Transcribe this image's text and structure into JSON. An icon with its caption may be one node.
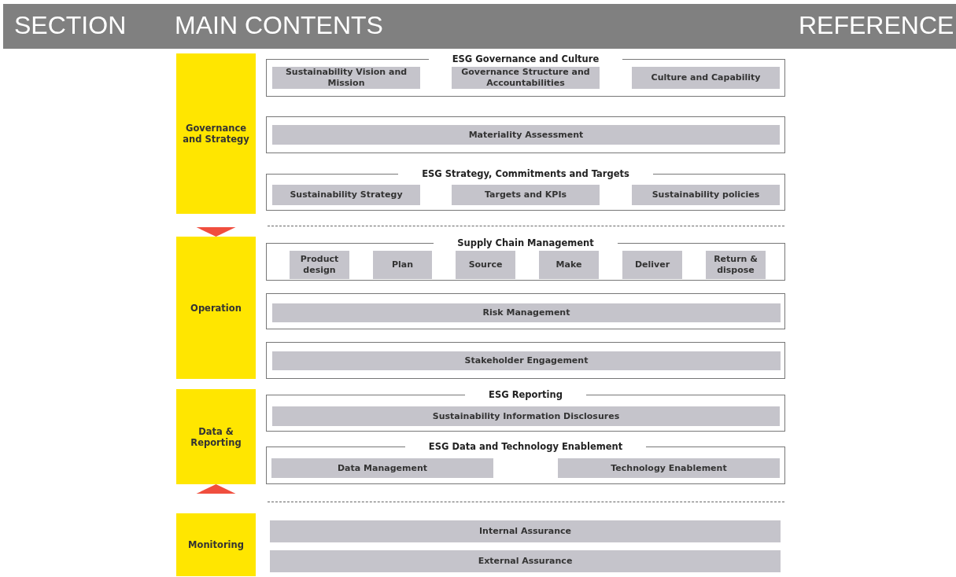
{
  "diagram": {
    "nodes": [
      {
        "text": [
          "Governance and Strategy"
        ]
      },
      {
        "text": [
          "ESG Governance and Culture"
        ]
      },
      {
        "text": [
          "Sustainability Vision and Mission"
        ],
        "in": 1
      },
      {
        "text": [
          "Governance Structure and Accountabilities"
        ],
        "in": 1
      },
      {
        "text": [
          "Culture and Capability"
        ],
        "in": 1
      },
      {
        "text": [],
        "shape": "box"
      },
      {
        "text": [
          "Materiality Assessment"
        ],
        "in": 5
      },
      {
        "text": [
          "ESG Strategy, Commitments and Targets"
        ]
      },
      {
        "text": [
          "Sustainability Strategy"
        ],
        "in": 7
      },
      {
        "text": [
          "Targets and KPIs"
        ],
        "in": 7
      },
      {
        "text": [
          "Sustainability policies"
        ],
        "in": 7
      },
      {
        "text": [
          "Operation"
        ]
      },
      {
        "text": [
          "Supply Chain Management"
        ]
      },
      {
        "text": [
          "Product design"
        ],
        "in": 12
      },
      {
        "text": [
          "Plan"
        ],
        "in": 12
      },
      {
        "text": [
          "Source"
        ],
        "in": 12
      },
      {
        "text": [
          "Make"
        ],
        "in": 12
      },
      {
        "text": [
          "Deliver"
        ],
        "in": 12
      },
      {
        "text": [
          "Return & dispose"
        ],
        "in": 12
      },
      {
        "text": [],
        "shape": "box"
      },
      {
        "text": [
          "Risk Management"
        ],
        "in": 19
      },
      {
        "text": [],
        "shape": "box"
      },
      {
        "text": [
          "Stakeholder Engagement"
        ],
        "in": 21
      },
      {
        "text": [
          "Data & Reporting"
        ]
      },
      {
        "text": [
          "ESG Reporting"
        ]
      },
      {
        "text": [
          "Sustainability Information Disclosures"
        ],
        "in": 24
      },
      {
        "text": [
          "ESG Data and Technology Enablement"
        ]
      },
      {
        "text": [
          "Data Management"
        ],
        "in": 26
      },
      {
        "text": [
          "Technology Enablement"
        ],
        "in": 26
      },
      {
        "text": [
          "Monitoring"
        ]
      },
      {
        "text": [
          "Internal Assurance"
        ]
      },
      {
        "text": [
          "External Assurance"
        ]
      }
    ],
    "edges": [
      {
        "from": 0,
        "to": 11,
        "arrow": "to",
        "color": "#f04e3e"
      },
      {
        "from": 29,
        "to": 23,
        "arrow": "to",
        "color": "#f04e3e"
      }
    ],
    "labels": [
      "SECTION",
      "MAIN CONTENTS",
      "REFERENCE"
    ]
  }
}
